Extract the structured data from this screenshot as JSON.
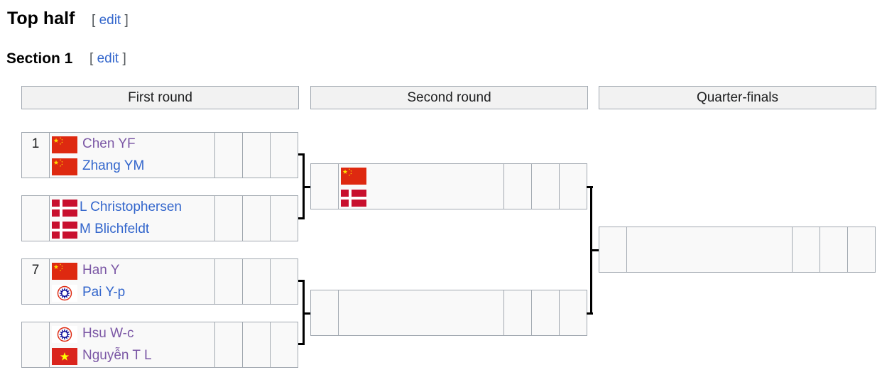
{
  "headings": {
    "top_half": "Top half",
    "section": "Section 1",
    "edit_open": "[",
    "edit_label": "edit",
    "edit_close": "]"
  },
  "rounds": [
    "First round",
    "Second round",
    "Quarter-finals"
  ],
  "first_round": [
    {
      "players": [
        {
          "seed": "1",
          "flag": "china-flag-icon",
          "name": "Chen YF"
        },
        {
          "seed": "",
          "flag": "china-flag-icon",
          "name": "Zhang YM"
        }
      ]
    },
    {
      "players": [
        {
          "seed": "",
          "flag": "denmark-flag-icon",
          "name": "L Christophersen"
        },
        {
          "seed": "",
          "flag": "denmark-flag-icon",
          "name": "M Blichfeldt"
        }
      ]
    },
    {
      "players": [
        {
          "seed": "7",
          "flag": "china-flag-icon",
          "name": "Han Y"
        },
        {
          "seed": "",
          "flag": "chinese-taipei-flag-icon",
          "name": "Pai Y-p"
        }
      ]
    },
    {
      "players": [
        {
          "seed": "",
          "flag": "chinese-taipei-flag-icon",
          "name": "Hsu W-c"
        },
        {
          "seed": "",
          "flag": "vietnam-flag-icon",
          "name": "Nguyễn T L"
        }
      ]
    }
  ],
  "second_round": [
    {
      "flags": [
        "china-flag-icon",
        "denmark-flag-icon"
      ]
    },
    {
      "flags": [
        "",
        ""
      ]
    }
  ],
  "colors": {
    "link_visited": "#7b57a5",
    "link": "#3366cc",
    "cell_border": "#a2a9b1",
    "cell_bg": "#f9f9f9",
    "header_bg": "#f2f2f2",
    "china_red": "#de2910",
    "denmark_red": "#c8102e",
    "taipei_blue": "#000095",
    "vietnam_red": "#da251d"
  }
}
